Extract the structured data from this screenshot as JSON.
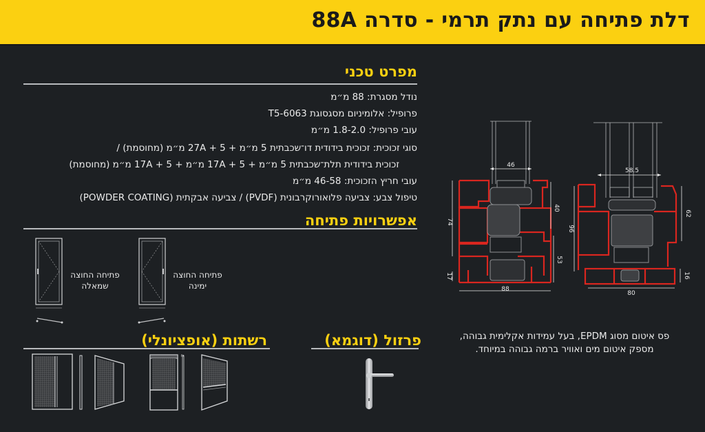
{
  "header": {
    "title": "דלת פתיחה עם נתק תרמי - סדרה 88A",
    "background_color": "#fbd011"
  },
  "colors": {
    "background": "#1d2023",
    "accent_yellow": "#fbd011",
    "profile_red": "#d9261f",
    "divider": "#b8babd"
  },
  "technical_spec": {
    "title": "מפרט טכני",
    "lines": [
      "נודל מסגרת: 88 מ״מ",
      "פרופיל: אלומיניום מסגסוגת 6063-T5",
      "עובי פרופיל: 1.8-2.0 מ״מ",
      "סוגי זכוכית: זכוכית בידודית דו־שכבתית 5 מ״מ + 27A + 5 מ״מ (מחוסמת)  /",
      "זכוכית בידודית תלת־שכבתית 5 מ״מ + 17A + 5 מ״מ + 17A + 5 מ״מ (מחוסמת)",
      "עובי חריץ הזכוכית: 46-58 מ״מ",
      "טיפול צבע: צביעה פלואורוקרבונית (PVDF) / צביעה אבקתית (POWDER COATING)"
    ]
  },
  "opening_options": {
    "title": "אפשרויות פתיחה",
    "items": [
      {
        "label_line1": "פתיחה החוצה",
        "label_line2": "ימינה",
        "icon": "door-open-right-icon"
      },
      {
        "label_line1": "פתיחה החוצה",
        "label_line2": "שמאלה",
        "icon": "door-open-left-icon"
      }
    ]
  },
  "screens": {
    "title": "רשתות (אופציונלי)",
    "items": [
      {
        "icon": "sliding-screen-icon"
      },
      {
        "icon": "hinged-screen-icon"
      },
      {
        "icon": "roller-screen-icon"
      },
      {
        "icon": "pleated-screen-icon"
      }
    ]
  },
  "hardware": {
    "title": "פרזול (דוגמא)",
    "icon": "door-handle-icon"
  },
  "cross_sections": {
    "left": {
      "glass_width": "46",
      "height_total": "74",
      "upper_height": "40",
      "lower_height": "53",
      "base_height": "17",
      "frame_width": "88"
    },
    "right": {
      "glass_width": "58.5",
      "height_total": "96",
      "upper_height": "62",
      "base_height": "16",
      "frame_width": "80"
    }
  },
  "seal_note": {
    "line1": "פס איטום מסוג EPDM, בעל עמידות אקלימית גבוהה,",
    "line2": "מספק איטום מים ואוויר ברמה גבוהה במיוחד."
  }
}
